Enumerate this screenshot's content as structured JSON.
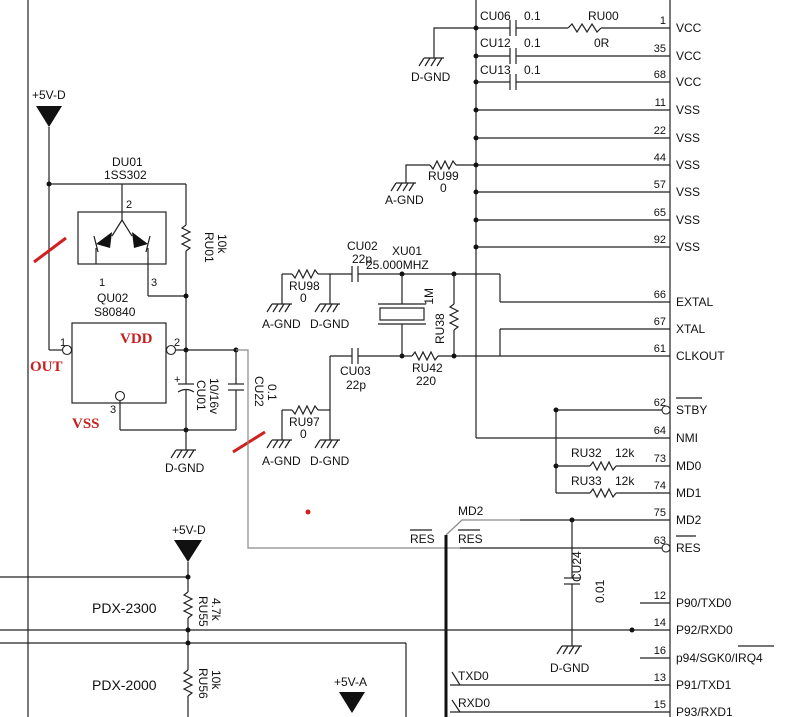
{
  "ic": {
    "pins": [
      {
        "num": "1",
        "name": "VCC"
      },
      {
        "num": "35",
        "name": "VCC"
      },
      {
        "num": "68",
        "name": "VCC"
      },
      {
        "num": "11",
        "name": "VSS"
      },
      {
        "num": "22",
        "name": "VSS"
      },
      {
        "num": "44",
        "name": "VSS"
      },
      {
        "num": "57",
        "name": "VSS"
      },
      {
        "num": "65",
        "name": "VSS"
      },
      {
        "num": "92",
        "name": "VSS"
      },
      {
        "num": "66",
        "name": "EXTAL"
      },
      {
        "num": "67",
        "name": "XTAL"
      },
      {
        "num": "61",
        "name": "CLKOUT"
      },
      {
        "num": "62",
        "name": "STBY"
      },
      {
        "num": "64",
        "name": "NMI"
      },
      {
        "num": "73",
        "name": "MD0"
      },
      {
        "num": "74",
        "name": "MD1"
      },
      {
        "num": "75",
        "name": "MD2"
      },
      {
        "num": "63",
        "name": "RES"
      },
      {
        "num": "12",
        "name": "P90/TXD0"
      },
      {
        "num": "14",
        "name": "P92/RXD0"
      },
      {
        "num": "16",
        "name": "p94/SGK0/IRQ4"
      },
      {
        "num": "13",
        "name": "P91/TXD1"
      },
      {
        "num": "15",
        "name": "P93/RXD1"
      }
    ]
  },
  "components": {
    "cu06": {
      "ref": "CU06",
      "value": "0.1"
    },
    "cu12": {
      "ref": "CU12",
      "value": "0.1"
    },
    "cu13": {
      "ref": "CU13",
      "value": "0.1"
    },
    "ru00": {
      "ref": "RU00",
      "value": "0R"
    },
    "ru99": {
      "ref": "RU99",
      "value": "0"
    },
    "du01": {
      "ref": "DU01",
      "value": "1SS302"
    },
    "ru01": {
      "ref": "RU01",
      "value": "10k"
    },
    "qu02": {
      "ref": "QU02",
      "value": "S80840"
    },
    "cu01": {
      "ref": "CU01",
      "value": "10/16v"
    },
    "cu22": {
      "ref": "CU22",
      "value": "0.1"
    },
    "cu02": {
      "ref": "CU02",
      "value": "22p"
    },
    "cu03": {
      "ref": "CU03",
      "value": "22p"
    },
    "xu01": {
      "ref": "XU01",
      "value": "25.000MHZ"
    },
    "ru98": {
      "ref": "RU98",
      "value": "0"
    },
    "ru97": {
      "ref": "RU97",
      "value": "0"
    },
    "ru38": {
      "ref": "RU38",
      "value": "1M"
    },
    "ru42": {
      "ref": "RU42",
      "value": "220"
    },
    "ru32": {
      "ref": "RU32",
      "value": "12k"
    },
    "ru33": {
      "ref": "RU33",
      "value": "12k"
    },
    "cu24": {
      "ref": "CU24",
      "value": "0.01"
    },
    "ru55": {
      "ref": "RU55",
      "value": "4.7k"
    },
    "ru56": {
      "ref": "RU56",
      "value": "10k"
    }
  },
  "pins_qu02": {
    "p1": "1",
    "p2": "2",
    "p3": "3"
  },
  "pins_du01": {
    "p1": "1",
    "p2": "2",
    "p3": "3"
  },
  "nets": {
    "plus5vd": "+5V-D",
    "plus5va": "+5V-A",
    "dgnd": "D-GND",
    "agnd": "A-GND",
    "res_bar": "RES",
    "md2": "MD2",
    "txd0": "TXD0",
    "rxd0": "RXD0",
    "pdx2300": "PDX-2300",
    "pdx2000": "PDX-2000"
  },
  "annotations": {
    "out": "OUT",
    "vdd": "VDD",
    "vss": "VSS"
  },
  "colors": {
    "annotation": "#c62020",
    "wire": "#222222",
    "grey_wire": "#8a8a8a"
  }
}
